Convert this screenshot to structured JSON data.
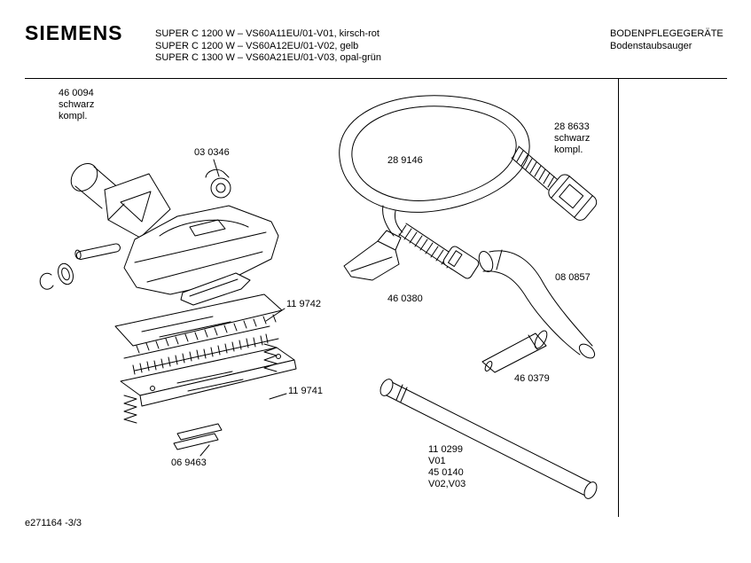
{
  "header": {
    "brand": "SIEMENS",
    "models": [
      "SUPER C 1200 W – VS60A11EU/01-V01, kirsch-rot",
      "SUPER C 1200 W – VS60A12EU/01-V02, gelb",
      "SUPER C 1300 W – VS60A21EU/01-V03, opal-grün"
    ],
    "category": "BODENPFLEGEGERÄTE",
    "subcategory": "Bodenstaubsauger"
  },
  "parts": {
    "p460094": "46 0094\nschwarz\nkompl.",
    "p030346": "03 0346",
    "p289146": "28 9146",
    "p288633": "28 8633\nschwarz\nkompl.",
    "p080857": "08 0857",
    "p460380": "46 0380",
    "p119742": "11 9742",
    "p119741": "11 9741",
    "p460379": "46 0379",
    "p069463": "06 9463",
    "p110299": "11 0299\nV01\n45 0140\nV02,V03"
  },
  "footer": {
    "doc_ref": "e271164 -3/3"
  }
}
